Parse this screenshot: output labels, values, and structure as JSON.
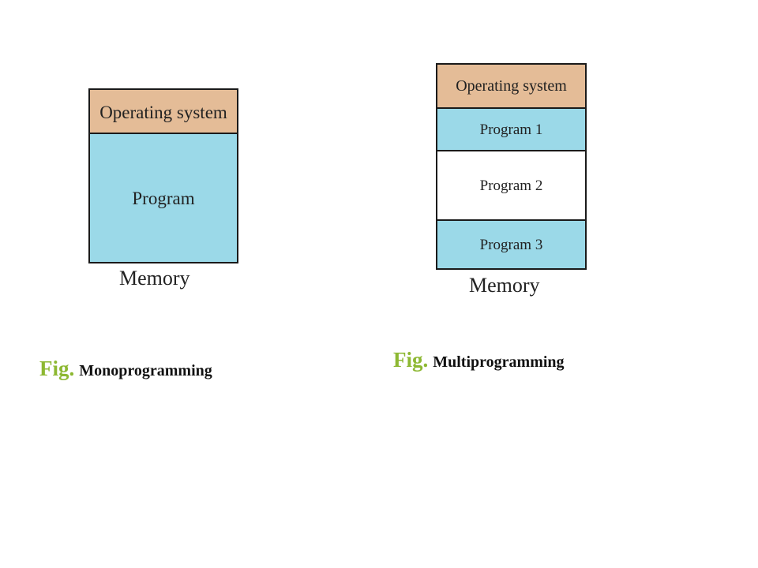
{
  "colors": {
    "os_block": "#e4bc97",
    "program_block": "#9bd9e8",
    "empty_block": "#ffffff",
    "border": "#1a1a1a",
    "fig_label": "#8db832"
  },
  "monoprogramming": {
    "os_label": "Operating system",
    "program_label": "Program",
    "memory_label": "Memory",
    "fig_label": "Fig.",
    "caption": "Monoprogramming"
  },
  "multiprogramming": {
    "os_label": "Operating system",
    "programs": [
      "Program 1",
      "Program 2",
      "Program 3"
    ],
    "memory_label": "Memory",
    "fig_label": "Fig.",
    "caption": "Multiprogramming"
  }
}
